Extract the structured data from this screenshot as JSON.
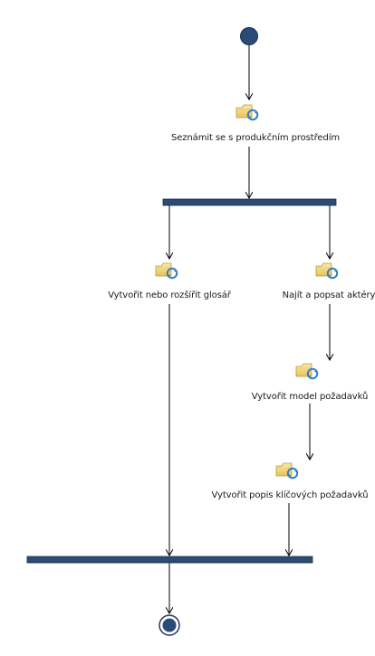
{
  "diagram": {
    "activities": [
      {
        "id": "a1",
        "label": "Seznámit se s produkčním prostředím",
        "icon": "activity-icon"
      },
      {
        "id": "a2",
        "label": "Vytvořit nebo rozšířit glosář",
        "icon": "activity-icon"
      },
      {
        "id": "a3",
        "label": "Najít a popsat aktéry",
        "icon": "activity-icon"
      },
      {
        "id": "a4",
        "label": "Vytvořit model požadavků",
        "icon": "activity-icon"
      },
      {
        "id": "a5",
        "label": "Vytvořit popis klíčových požadavků",
        "icon": "activity-icon"
      }
    ],
    "nodes": {
      "initial": "initial-node",
      "fork": "fork-bar",
      "join": "join-bar",
      "final": "final-node"
    },
    "colors": {
      "node_fill": "#2a4a78",
      "bar_fill": "#2d4a73",
      "icon_folder": "#f2d57a",
      "icon_arrow": "#2f7fc4",
      "edge": "#000000"
    }
  }
}
